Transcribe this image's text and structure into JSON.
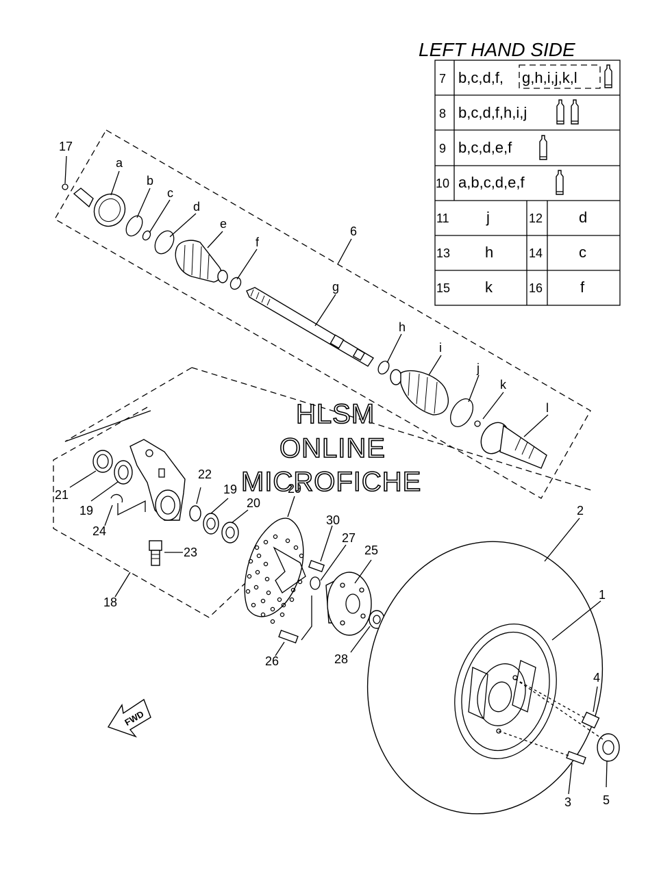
{
  "title": "LEFT HAND SIDE",
  "watermark": [
    "HLSM",
    "ONLINE",
    "MICROFICHE"
  ],
  "fwd_label": "FWD",
  "table": {
    "wide_rows": [
      {
        "num": "7",
        "text": "b,c,d,f,",
        "boxed": "g,h,i,j,k,l",
        "grease": 1
      },
      {
        "num": "8",
        "text": "b,c,d,f,h,i,j",
        "boxed": "",
        "grease": 2
      },
      {
        "num": "9",
        "text": "b,c,d,e,f",
        "boxed": "",
        "grease": 1
      },
      {
        "num": "10",
        "text": "a,b,c,d,e,f",
        "boxed": "",
        "grease": 1
      }
    ],
    "pair_rows": [
      [
        {
          "num": "11",
          "val": "j"
        },
        {
          "num": "12",
          "val": "d"
        }
      ],
      [
        {
          "num": "13",
          "val": "h"
        },
        {
          "num": "14",
          "val": "c"
        }
      ],
      [
        {
          "num": "15",
          "val": "k"
        },
        {
          "num": "16",
          "val": "f"
        }
      ]
    ]
  },
  "callouts": {
    "c17": "17",
    "ca": "a",
    "cb": "b",
    "cc": "c",
    "cd": "d",
    "ce": "e",
    "cf": "f",
    "c6": "6",
    "cg": "g",
    "ch": "h",
    "ci": "i",
    "cj": "j",
    "ck": "k",
    "cl": "l",
    "c2": "2",
    "c1": "1",
    "c4": "4",
    "c5": "5",
    "c3": "3",
    "c21": "21",
    "c19a": "19",
    "c24": "24",
    "c22": "22",
    "c19b": "19",
    "c20": "20",
    "c23": "23",
    "c18": "18",
    "c29": "29",
    "c30": "30",
    "c27": "27",
    "c25": "25",
    "c26": "26",
    "c28": "28"
  },
  "icons": [
    "grease-tube-icon",
    "fwd-arrow-icon"
  ]
}
